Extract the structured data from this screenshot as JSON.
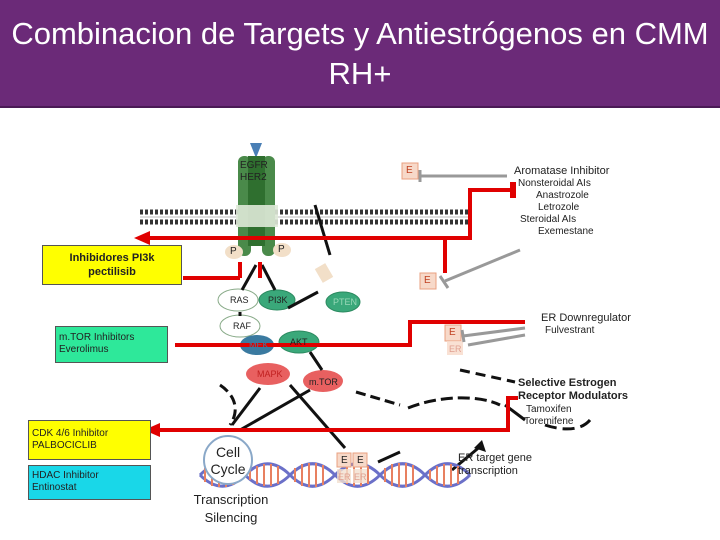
{
  "title": "Combinacion de Targets y Antiestrógenos en CMM RH+",
  "receptor": {
    "line1": "EGFR",
    "line2": "HER2",
    "p_left": "P",
    "p_right": "P"
  },
  "aromatase": {
    "heading": "Aromatase Inhibitor",
    "lines": [
      "Nonsteroidal AIs",
      "Anastrozole",
      "Letrozole",
      "Steroidal AIs",
      "Exemestane"
    ]
  },
  "pi3k_box": {
    "line1": "Inhibidores PI3k",
    "line2": "pectilisib"
  },
  "mtor_box": {
    "line1": "m.TOR Inhibitors",
    "line2": "Everolimus"
  },
  "cdk_box": {
    "line1": "CDK 4/6 Inhibitor",
    "line2": "PALBOCICLIB"
  },
  "hdac_box": {
    "line1": "HDAC Inhibitor",
    "line2": "Entinostat"
  },
  "downregulator": {
    "line1": "ER Downregulator",
    "line2": "Fulvestrant"
  },
  "serm": {
    "lines": [
      "Selective Estrogen",
      "Receptor Modulators",
      "Tamoxifen",
      "Toremifene"
    ]
  },
  "pathway": {
    "e_top": "E",
    "e_mid": "E",
    "e_right": "E",
    "er_right": "ER",
    "ras": "RAS",
    "pi3k": "PI3K",
    "pten": "PTEN",
    "raf": "RAF",
    "akt": "AKT",
    "mek": "MEK",
    "mapk": "MAPK",
    "mtor": "m.TOR",
    "e_nuc1": "E",
    "e_nuc2": "E",
    "er_nuc1": "ER",
    "er_nuc2": "ER"
  },
  "cell_cycle": {
    "line1": "Cell",
    "line2": "Cycle"
  },
  "silencing": {
    "line1": "Transcription",
    "line2": "Silencing"
  },
  "target_gene": {
    "line1": "ER target gene",
    "line2": "transcription"
  },
  "colors": {
    "header": "#6b2a78",
    "inhibitor_line": "#e00000",
    "yellow_box": "#ffff00",
    "green_box": "#2ee89a",
    "cyan_box": "#19d7e8",
    "node_teal": "#3aa87a"
  }
}
